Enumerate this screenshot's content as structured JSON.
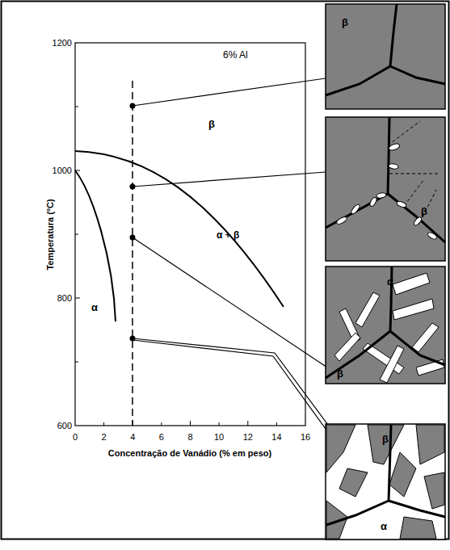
{
  "diagram": {
    "nodes": [
      {
        "text": [
          "β"
        ]
      },
      {
        "text": [
          "β"
        ]
      },
      {
        "text": [
          "α",
          "β"
        ]
      },
      {
        "text": [
          "β",
          "α"
        ]
      }
    ],
    "labels": [
      "6% Al",
      "β",
      "α + β",
      "α",
      "1200",
      "1000",
      "800",
      "600",
      "0",
      "2",
      "4",
      "6",
      "8",
      "10",
      "12",
      "14",
      "16",
      "Temperatura (ºC)",
      "Concentração de Vanádio (% em peso)"
    ]
  }
}
